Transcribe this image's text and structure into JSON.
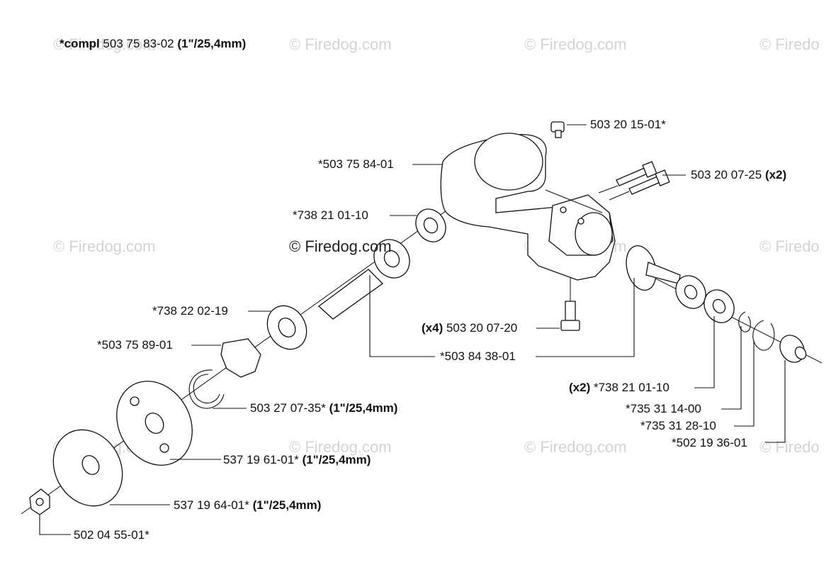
{
  "header": {
    "prefix": "*compl",
    "number": "503 75 83-02",
    "size": "(1\"/25,4mm)"
  },
  "watermark": {
    "text": "© Firedog.com",
    "partial": "© Firedo"
  },
  "parts": {
    "screw_top": {
      "number": "503 20 15-01*"
    },
    "housing": {
      "number": "*503 75 84-01"
    },
    "screws_clamp": {
      "number": "503 20 07-25",
      "qty": "(x2)"
    },
    "bearing_left": {
      "number": "*738 21 01-10"
    },
    "seal": {
      "number": "*738 22 02-19"
    },
    "washer_tab": {
      "number": "*503 75 89-01"
    },
    "screws_bottom": {
      "qty": "(x4)",
      "number": "503 20 07-20"
    },
    "gear_set": {
      "number": "*503 84 38-01"
    },
    "bearings_right": {
      "qty": "(x2)",
      "number": "*738 21 01-10"
    },
    "circlip_a": {
      "number": "*735 31 14-00"
    },
    "circlip_b": {
      "number": "*735 31 28-10"
    },
    "collar": {
      "number": "*502 19 36-01"
    },
    "snap_ring": {
      "number": "503 27 07-35*",
      "size": "(1\"/25,4mm)"
    },
    "support_flange": {
      "number": "537 19 61-01*",
      "size": "(1\"/25,4mm)"
    },
    "support_cup": {
      "number": "537 19 64-01*",
      "size": "(1\"/25,4mm)"
    },
    "nut": {
      "number": "502 04 55-01*"
    }
  }
}
